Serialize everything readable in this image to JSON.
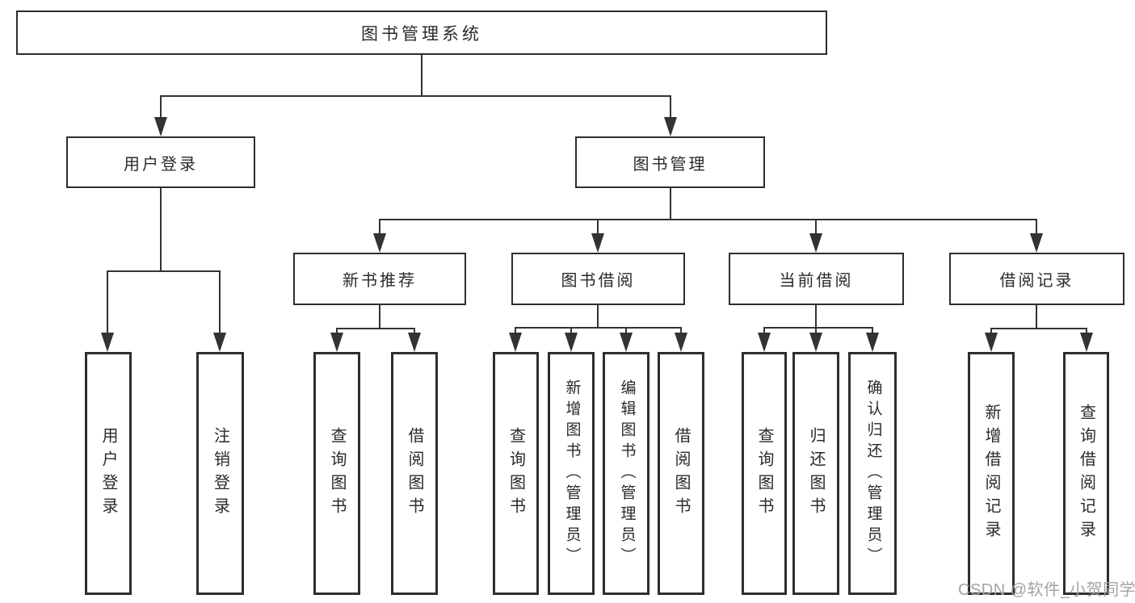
{
  "diagram_title": "图书管理系统",
  "tree": {
    "root": {
      "label": "图书管理系统"
    },
    "branches": [
      {
        "label": "用户登录",
        "children": [
          {
            "label": "用户登录"
          },
          {
            "label": "注销登录"
          }
        ]
      },
      {
        "label": "图书管理",
        "children": [
          {
            "label": "新书推荐",
            "children": [
              {
                "label": "查询图书"
              },
              {
                "label": "借阅图书"
              }
            ]
          },
          {
            "label": "图书借阅",
            "children": [
              {
                "label": "查询图书"
              },
              {
                "label": "新增图书（管理员）"
              },
              {
                "label": "编辑图书（管理员）"
              },
              {
                "label": "借阅图书"
              }
            ]
          },
          {
            "label": "当前借阅",
            "children": [
              {
                "label": "查询图书"
              },
              {
                "label": "归还图书"
              },
              {
                "label": "确认归还（管理员）"
              }
            ]
          },
          {
            "label": "借阅记录",
            "children": [
              {
                "label": "新增借阅记录"
              },
              {
                "label": "查询借阅记录"
              }
            ]
          }
        ]
      }
    ]
  },
  "watermark": "CSDN @软件_小贺同学",
  "colors": {
    "line": "#333333",
    "box_border": "#2e2e2e",
    "text": "#2a2a2a",
    "watermark": "#a3a3a3",
    "background": "#ffffff"
  }
}
